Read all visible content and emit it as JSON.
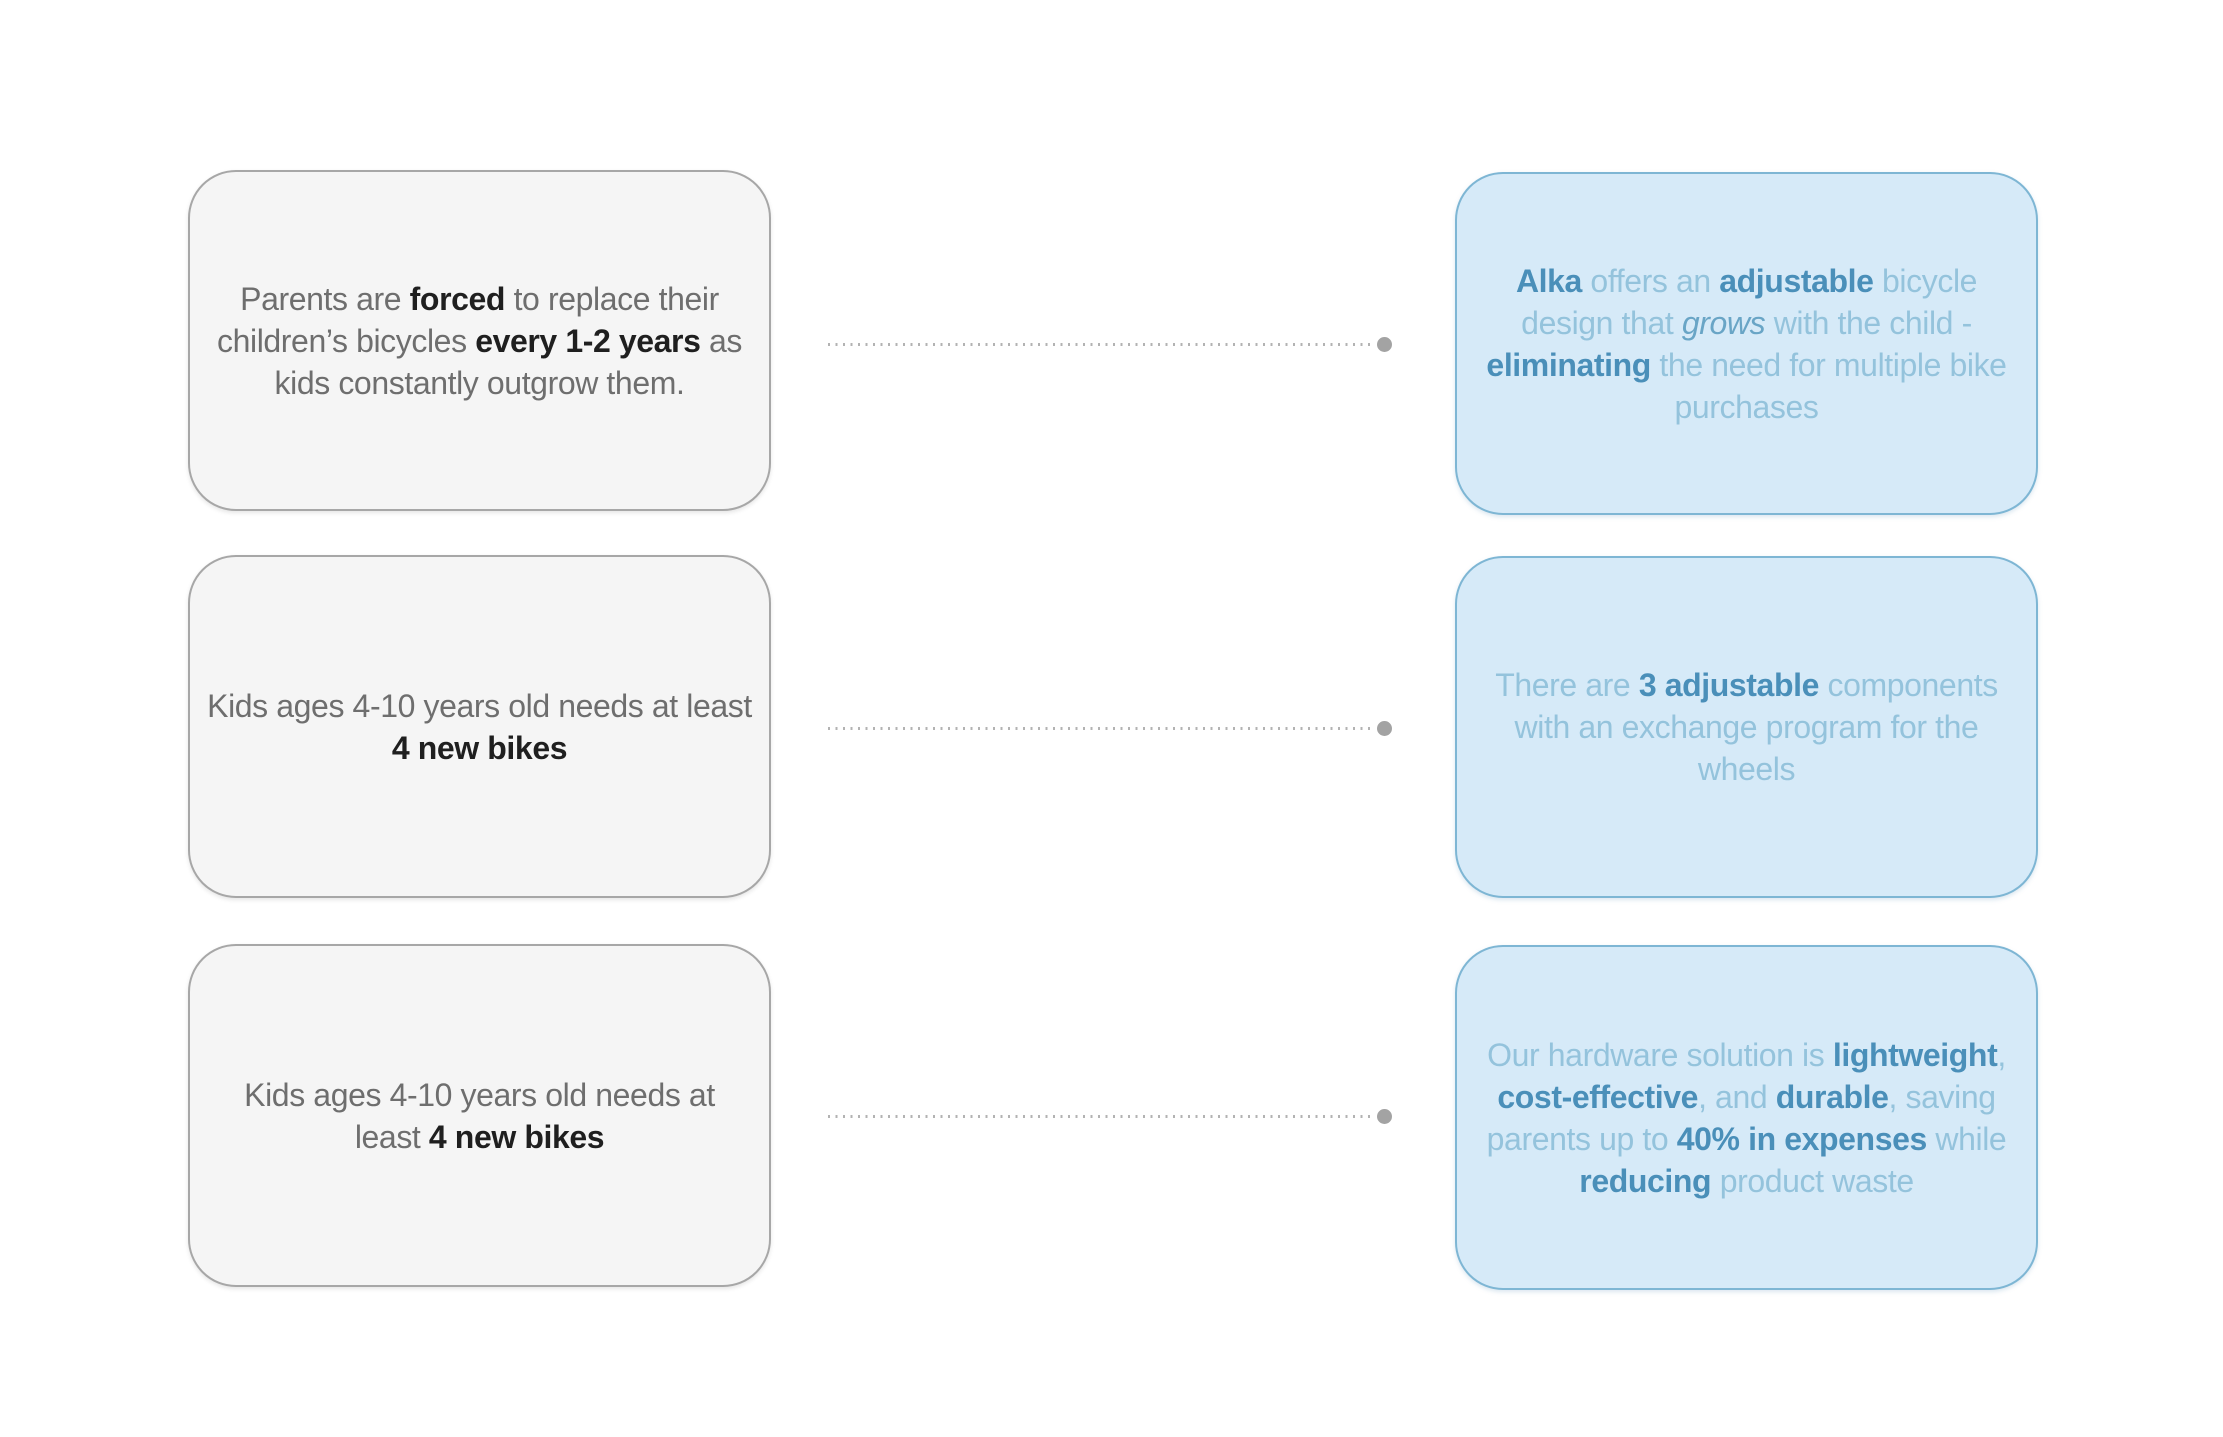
{
  "colors": {
    "page_background": "#ffffff",
    "problem_box_fill": "#f5f5f5",
    "problem_box_border": "#a7a7a7",
    "problem_text": "#6e6e6e",
    "problem_text_bold": "#1f1f1f",
    "solution_box_fill": "#d6eaf8",
    "solution_box_border": "#7eb6d4",
    "solution_text": "#94c3dc",
    "solution_text_bold": "#4a8fb9",
    "solution_text_italic": "#69a5c6",
    "connector_line": "#b3b3b3",
    "connector_dot": "#a3a3a3"
  },
  "rows": [
    {
      "left": {
        "lines": [
          [
            {
              "t": "Parents are "
            },
            {
              "t": "forced"
            },
            {
              "t": " to replace their"
            }
          ],
          [
            {
              "t": "children’s bicycles "
            },
            {
              "t": "every 1-2 years"
            },
            {
              "t": " as"
            }
          ],
          [
            {
              "t": "kids constantly outgrow them."
            }
          ]
        ]
      },
      "right": {
        "lines": [
          [
            {
              "t": "Alka"
            },
            {
              "t": " offers an "
            },
            {
              "t": "adjustable"
            },
            {
              "t": " bicycle"
            }
          ],
          [
            {
              "t": "design that "
            },
            {
              "t": "grows"
            },
            {
              "t": " with the child -"
            }
          ],
          [
            {
              "t": "eliminating"
            },
            {
              "t": " the need for multiple bike"
            }
          ],
          [
            {
              "t": "purchases"
            }
          ]
        ]
      }
    },
    {
      "left": {
        "lines": [
          [
            {
              "t": "Kids ages 4-10 years old needs at least"
            }
          ],
          [
            {
              "t": "4 new bikes"
            }
          ]
        ]
      },
      "right": {
        "lines": [
          [
            {
              "t": "There are "
            },
            {
              "t": "3 adjustable"
            },
            {
              "t": " components"
            }
          ],
          [
            {
              "t": "with an exchange program for the"
            }
          ],
          [
            {
              "t": "wheels"
            }
          ]
        ]
      }
    },
    {
      "left": {
        "lines": [
          [
            {
              "t": "Kids ages 4-10 years old needs at"
            }
          ],
          [
            {
              "t": "least "
            },
            {
              "t": "4 new bikes"
            }
          ]
        ]
      },
      "right": {
        "lines": [
          [
            {
              "t": "Our hardware solution is "
            },
            {
              "t": "lightweight"
            },
            {
              "t": ","
            }
          ],
          [
            {
              "t": "cost-effective"
            },
            {
              "t": ", and "
            },
            {
              "t": "durable"
            },
            {
              "t": ", saving"
            }
          ],
          [
            {
              "t": "parents up to "
            },
            {
              "t": "40% in expenses"
            },
            {
              "t": " while"
            }
          ],
          [
            {
              "t": "reducing"
            },
            {
              "t": " product waste"
            }
          ]
        ]
      }
    }
  ]
}
